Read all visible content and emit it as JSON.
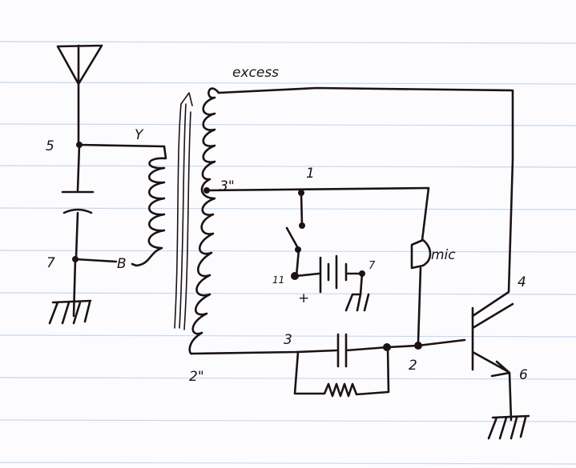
{
  "diagram": {
    "type": "hand-drawn circuit schematic on lined paper",
    "labels": {
      "excess": "excess",
      "node_5": "5",
      "y": "Y",
      "node_7_left": "7",
      "b": "B",
      "tap_3in": "3\"",
      "node_1": "1",
      "node_11": "11",
      "plus": "+",
      "node_7_battery": "7",
      "mic": "mic",
      "node_4": "4",
      "node_3": "3",
      "node_2": "2",
      "tap_2in": "2\"",
      "node_6": "6"
    }
  }
}
